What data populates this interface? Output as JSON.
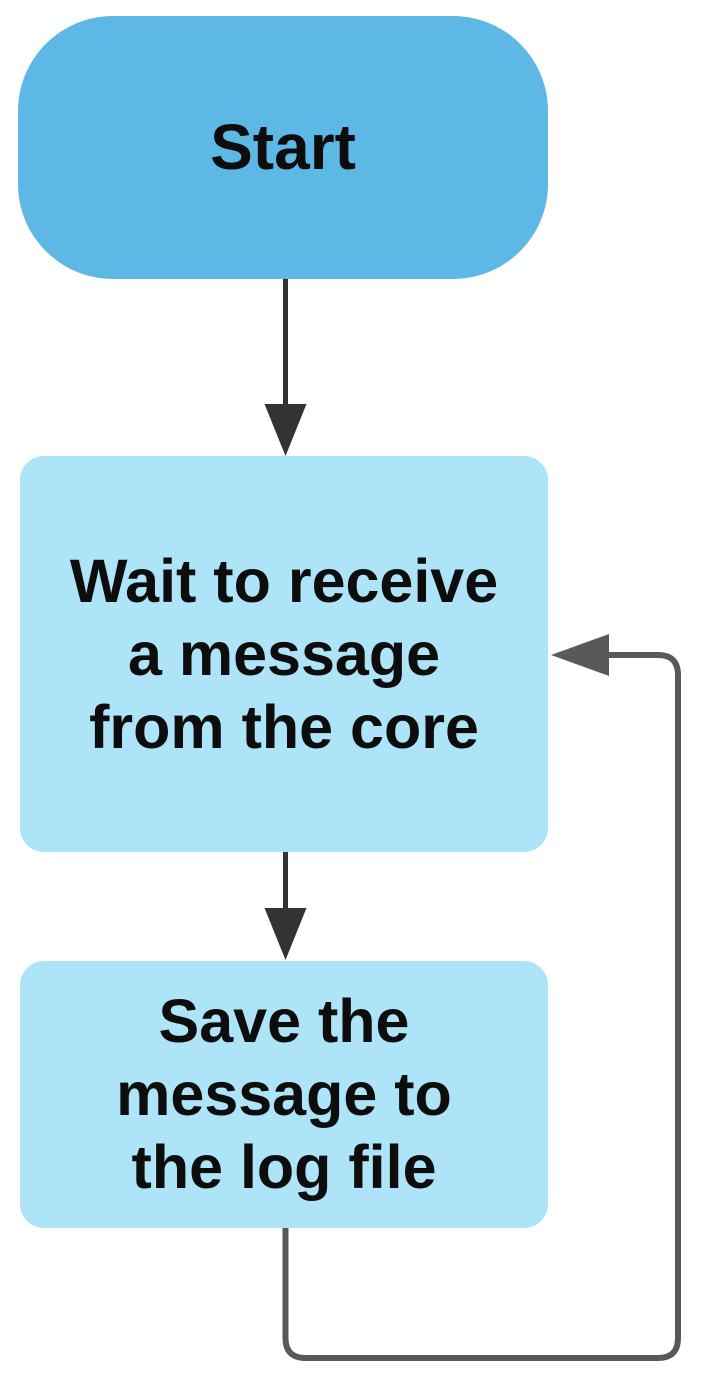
{
  "diagram": {
    "type": "flowchart",
    "direction": "top-down",
    "background": "#ffffff",
    "text_color": "#0d0d0d",
    "nodes": {
      "start": {
        "shape": "terminator",
        "label": "Start",
        "fill": "#5EB8E5"
      },
      "wait": {
        "shape": "process",
        "line1": "Wait to receive",
        "line2": "a message",
        "line3": "from the core",
        "fill": "#AEE4F7"
      },
      "save": {
        "shape": "process",
        "line1": "Save the",
        "line2": "message to",
        "line3": "the log file",
        "fill": "#AEE4F7"
      }
    },
    "edges": [
      {
        "id": "start-to-wait",
        "from": "start",
        "to": "wait",
        "color": "#333333",
        "arrowhead": "filled-triangle-down"
      },
      {
        "id": "wait-to-save",
        "from": "wait",
        "to": "save",
        "color": "#333333",
        "arrowhead": "filled-triangle-down"
      },
      {
        "id": "save-back-to-wait",
        "from": "save",
        "to": "wait",
        "color": "#595959",
        "arrowhead": "filled-triangle-left",
        "route": "down-right-up-into-right-side-of-wait"
      }
    ]
  }
}
